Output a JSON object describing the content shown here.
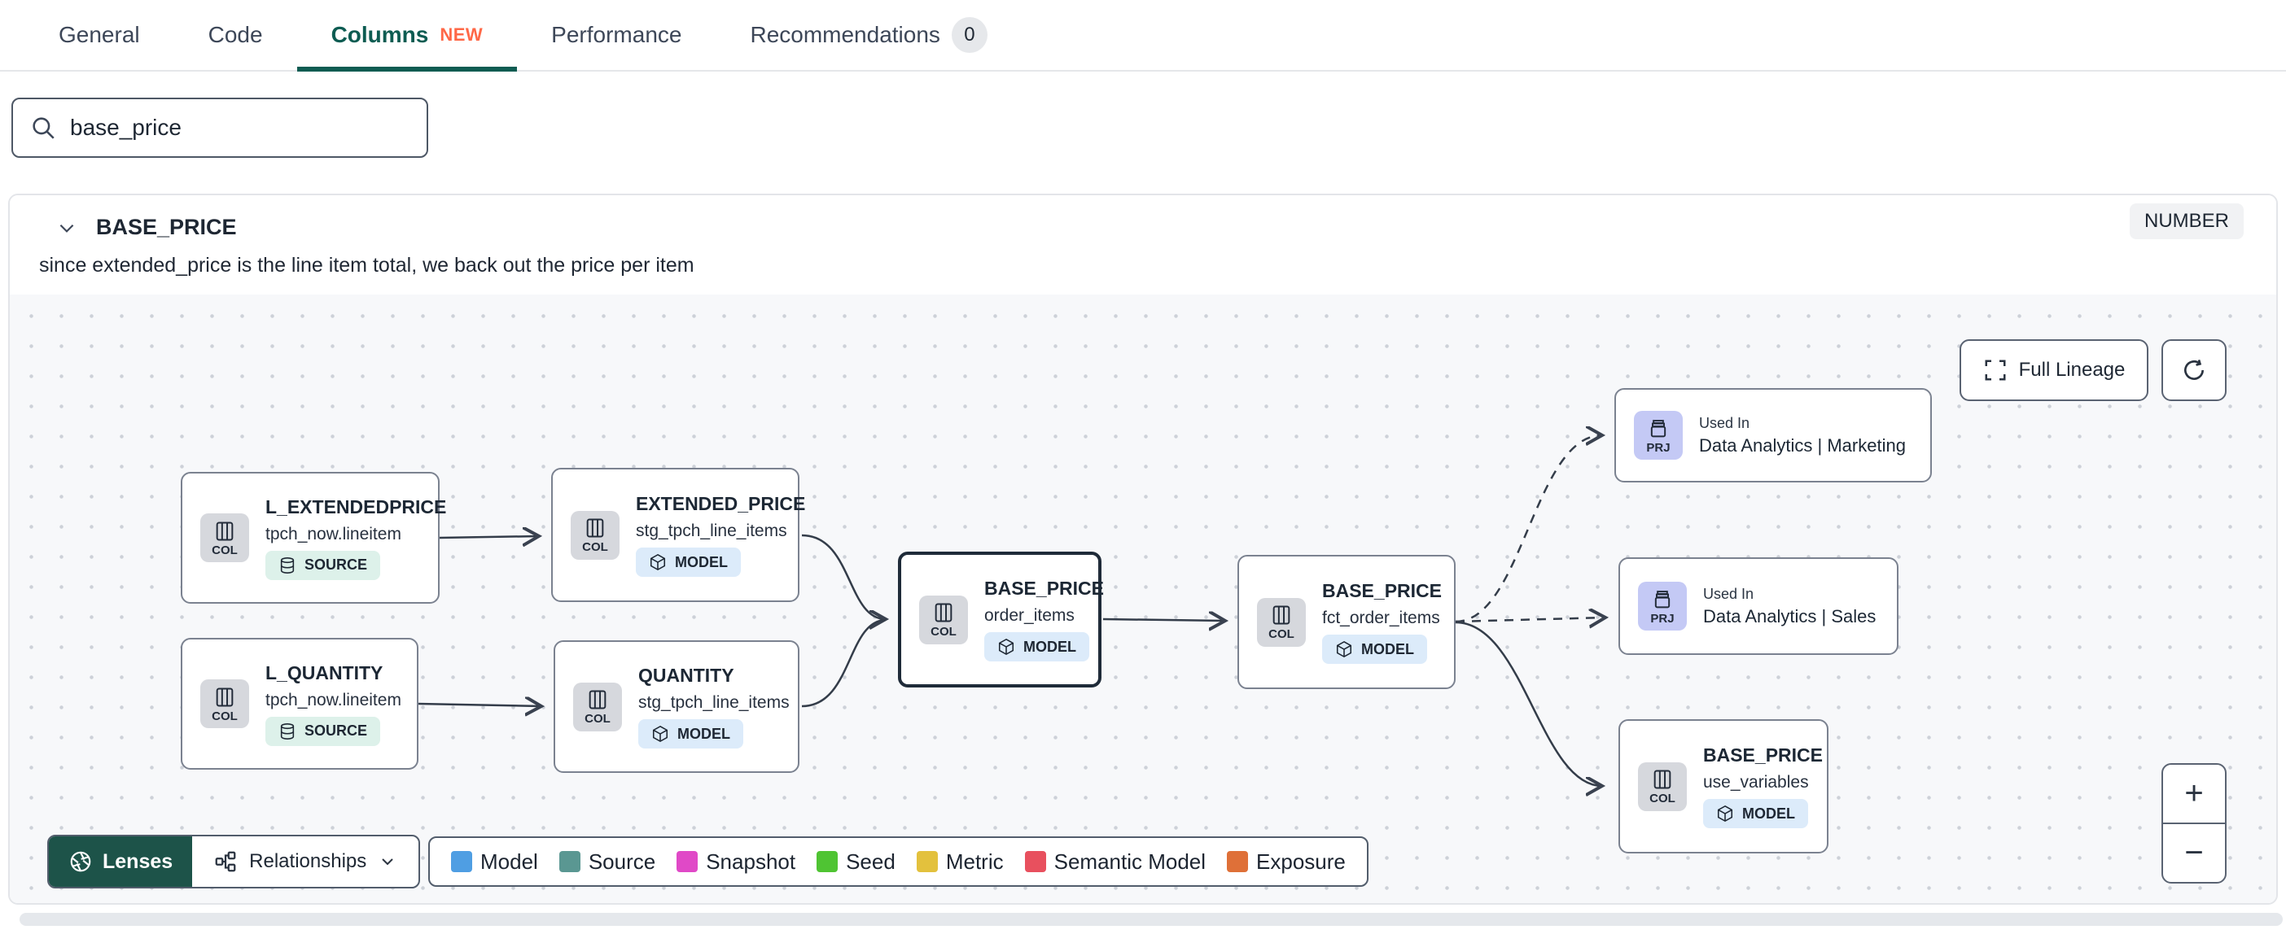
{
  "tabs": {
    "items": [
      {
        "label": "General"
      },
      {
        "label": "Code"
      },
      {
        "label": "Columns",
        "new_badge": "NEW"
      },
      {
        "label": "Performance"
      },
      {
        "label": "Recommendations",
        "count": "0"
      }
    ]
  },
  "search": {
    "value": "base_price"
  },
  "column_panel": {
    "title": "BASE_PRICE",
    "type_badge": "NUMBER",
    "description": "since extended_price is the line item total, we back out the price per item"
  },
  "lineage": {
    "controls": {
      "full_lineage_label": "Full Lineage",
      "zoom_in": "+",
      "zoom_out": "−"
    },
    "nodes": [
      {
        "title": "L_EXTENDEDPRICE",
        "subtitle": "tpch_now.lineitem",
        "chip": "COL",
        "badge": "SOURCE"
      },
      {
        "title": "L_QUANTITY",
        "subtitle": "tpch_now.lineitem",
        "chip": "COL",
        "badge": "SOURCE"
      },
      {
        "title": "EXTENDED_PRICE",
        "subtitle": "stg_tpch_line_items",
        "chip": "COL",
        "badge": "MODEL"
      },
      {
        "title": "QUANTITY",
        "subtitle": "stg_tpch_line_items",
        "chip": "COL",
        "badge": "MODEL"
      },
      {
        "title": "BASE_PRICE",
        "subtitle": "order_items",
        "chip": "COL",
        "badge": "MODEL"
      },
      {
        "title": "BASE_PRICE",
        "subtitle": "fct_order_items",
        "chip": "COL",
        "badge": "MODEL"
      },
      {
        "context": "Used In",
        "title": "Data Analytics | Marketing",
        "chip": "PRJ"
      },
      {
        "context": "Used In",
        "title": "Data Analytics | Sales",
        "chip": "PRJ"
      },
      {
        "title": "BASE_PRICE",
        "subtitle": "use_variables",
        "chip": "COL",
        "badge": "MODEL"
      }
    ],
    "edges": [
      {
        "from": "L_EXTENDEDPRICE (tpch_now.lineitem)",
        "to": "EXTENDED_PRICE (stg_tpch_line_items)",
        "style": "solid"
      },
      {
        "from": "L_QUANTITY (tpch_now.lineitem)",
        "to": "QUANTITY (stg_tpch_line_items)",
        "style": "solid"
      },
      {
        "from": "EXTENDED_PRICE (stg_tpch_line_items)",
        "to": "BASE_PRICE (order_items)",
        "style": "solid"
      },
      {
        "from": "QUANTITY (stg_tpch_line_items)",
        "to": "BASE_PRICE (order_items)",
        "style": "solid"
      },
      {
        "from": "BASE_PRICE (order_items)",
        "to": "BASE_PRICE (fct_order_items)",
        "style": "solid"
      },
      {
        "from": "BASE_PRICE (fct_order_items)",
        "to": "Used In Data Analytics | Marketing",
        "style": "dashed"
      },
      {
        "from": "BASE_PRICE (fct_order_items)",
        "to": "Used In Data Analytics | Sales",
        "style": "dashed"
      },
      {
        "from": "BASE_PRICE (fct_order_items)",
        "to": "BASE_PRICE (use_variables)",
        "style": "solid"
      }
    ],
    "toolbar": {
      "lenses_label": "Lenses",
      "relationships_label": "Relationships"
    },
    "legend": {
      "items": [
        {
          "label": "Model",
          "color": "#4f9ee3"
        },
        {
          "label": "Source",
          "color": "#5a9792"
        },
        {
          "label": "Snapshot",
          "color": "#e049c7"
        },
        {
          "label": "Seed",
          "color": "#4fc433"
        },
        {
          "label": "Metric",
          "color": "#e3c13d"
        },
        {
          "label": "Semantic Model",
          "color": "#e8505e"
        },
        {
          "label": "Exposure",
          "color": "#df7038"
        }
      ]
    }
  }
}
